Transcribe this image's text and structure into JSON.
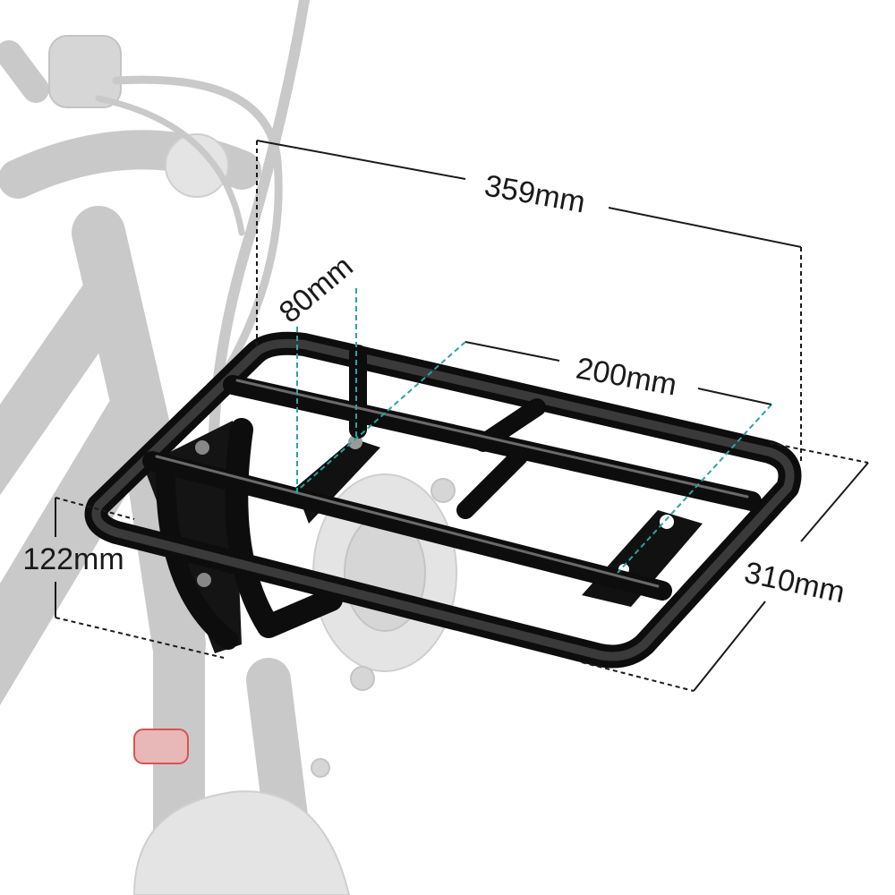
{
  "dimensions": {
    "top_width": "359mm",
    "depth": "310mm",
    "height": "122mm",
    "mount_spacing": "200mm",
    "mount_offset": "80mm"
  },
  "colors": {
    "rack": "#0d0d0d",
    "bike_ghost": "#c9c9c9",
    "dimension_line": "#1a1a1a",
    "teal_guide": "#2aa3a3",
    "reflector": "#d9534f"
  }
}
